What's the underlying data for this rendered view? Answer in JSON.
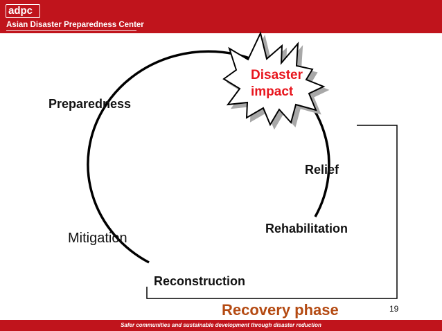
{
  "header": {
    "logo_text": "adpc",
    "org_name": "Asian Disaster Preparedness Center"
  },
  "cycle": {
    "preparedness": "Preparedness",
    "disaster_line1": "Disaster",
    "disaster_line2": "impact",
    "relief": "Relief",
    "rehabilitation": "Rehabilitation",
    "mitigation": "Mitigation",
    "reconstruction": "Reconstruction"
  },
  "recovery_phase": "Recovery phase",
  "page_number": "19",
  "footer": {
    "tagline": "Safer communities and sustainable development through disaster reduction"
  },
  "colors": {
    "brand_red": "#c0141c",
    "disaster_red": "#e8161e",
    "recovery_brown": "#b44a12"
  }
}
